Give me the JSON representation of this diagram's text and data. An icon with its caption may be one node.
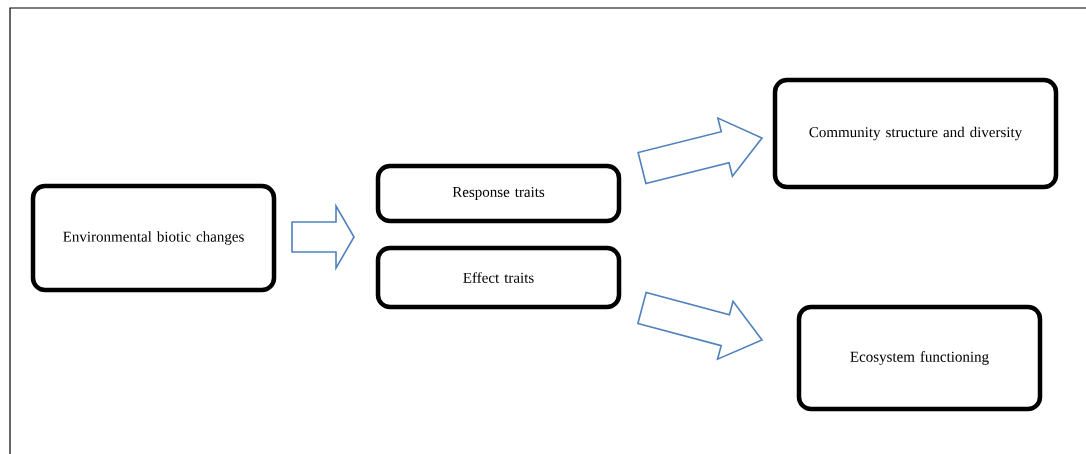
{
  "diagram": {
    "nodes": [
      {
        "text": [
          "Environmental biotic changes"
        ]
      },
      {
        "text": [
          "Response traits"
        ]
      },
      {
        "text": [
          "Effect traits"
        ]
      },
      {
        "text": [
          "Community structure and diversity"
        ]
      },
      {
        "text": [
          "Ecosystem functioning"
        ]
      }
    ],
    "edges": [
      {
        "from": 0,
        "to": 1,
        "arrow": "to"
      },
      {
        "from": 0,
        "to": 2,
        "arrow": "to"
      },
      {
        "from": 1,
        "to": 3,
        "arrow": "to"
      },
      {
        "from": 2,
        "to": 4,
        "arrow": "to"
      }
    ]
  }
}
